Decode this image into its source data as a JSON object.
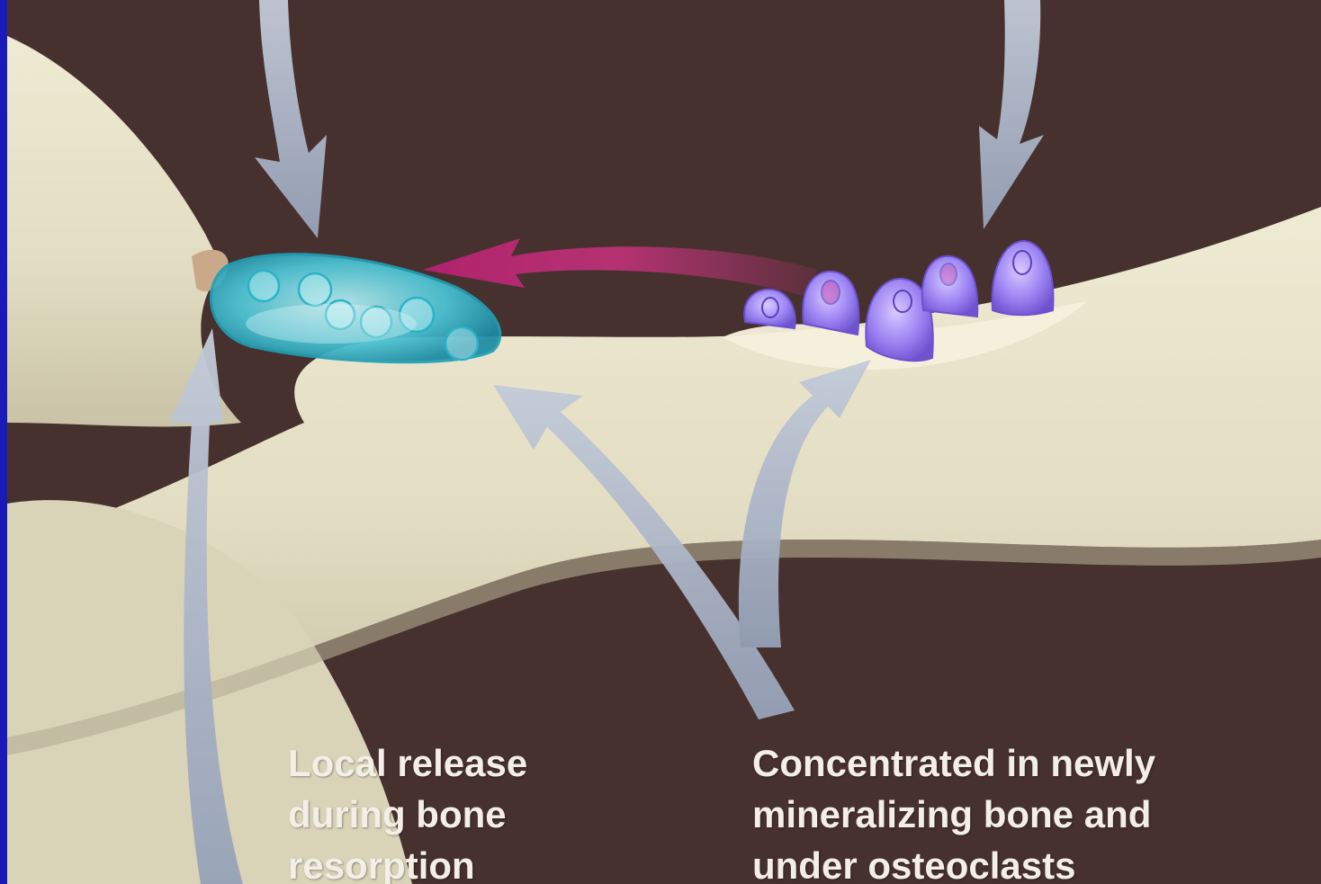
{
  "captions": {
    "left": [
      "Local release",
      "during bone",
      "resorption"
    ],
    "right": [
      "Concentrated in newly",
      "mineralizing bone and",
      "under osteoclasts"
    ]
  },
  "colors": {
    "background": "#47312f",
    "frame": "#1a1ab8",
    "bone": "#e4dfc6",
    "osteoclast": "#35c6d6",
    "osteoblast": "#9a7df0",
    "arrow_gray": "#aab4c8",
    "arrow_magenta": "#c8327e"
  }
}
